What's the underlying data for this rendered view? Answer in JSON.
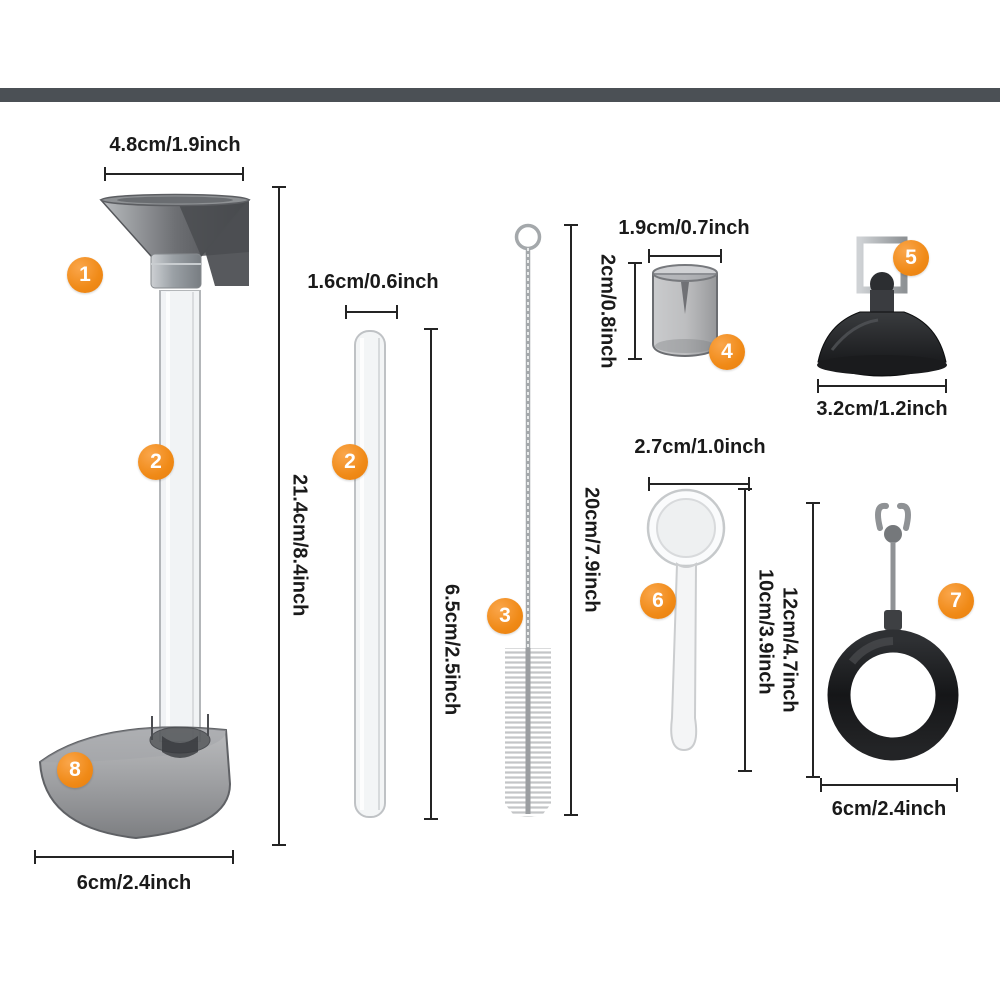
{
  "meta": {
    "background_color": "#ffffff",
    "accent_orange": "#f08a17",
    "divider_bar_color": "#4b5055",
    "text_color": "#1a1a1a"
  },
  "badges": {
    "funnel": "1",
    "tube_long": "2",
    "tube_short": "2",
    "brush": "3",
    "cup": "4",
    "suction": "5",
    "spoon": "6",
    "ring": "7",
    "base": "8"
  },
  "dimensions": {
    "funnel_width": "4.8cm/1.9inch",
    "assembly_height": "21.4cm/8.4inch",
    "base_width": "6cm/2.4inch",
    "tube_short_diameter": "1.6cm/0.6inch",
    "tube_short_height": "6.5cm/2.5inch",
    "brush_length": "20cm/7.9inch",
    "cup_diameter": "1.9cm/0.7inch",
    "cup_height": "2cm/0.8inch",
    "suction_diameter": "3.2cm/1.2inch",
    "spoon_diameter": "2.7cm/1.0inch",
    "spoon_length": "10cm/3.9inch",
    "ring_length": "12cm/4.7inch",
    "ring_diameter": "6cm/2.4inch"
  }
}
